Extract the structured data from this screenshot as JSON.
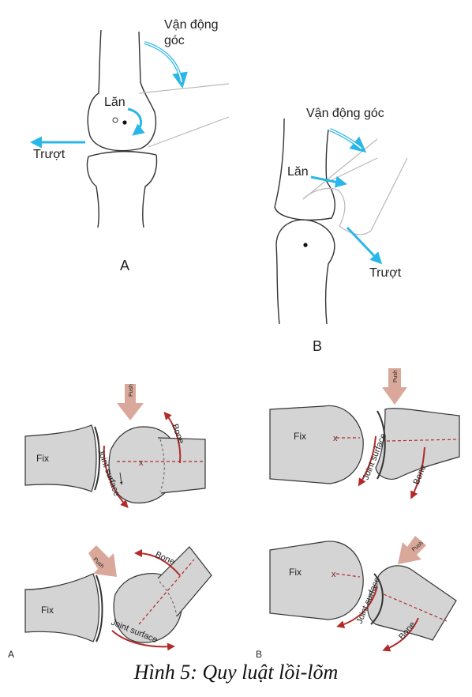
{
  "top": {
    "panelA": {
      "angular_motion": "Vận động góc",
      "angular_line1": "Vận động",
      "angular_line2": "góc",
      "roll": "Lăn",
      "glide": "Trượt",
      "letter": "A"
    },
    "panelB": {
      "angular_motion": "Vận động góc",
      "roll": "Lăn",
      "glide": "Trượt",
      "letter": "B"
    }
  },
  "bottom": {
    "push": "Push",
    "fix": "Fix",
    "bone": "Bone",
    "joint_surface": "Joint surface",
    "letterA": "A",
    "letterB": "B"
  },
  "caption": "Hình 5: Quy luật lồi-lõm",
  "colors": {
    "arrow_blue": "#29b6e8",
    "arrow_red": "#b22a2a",
    "push_arrow": "#d9a89a",
    "bone_fill": "#d4d4d4",
    "outline": "#333333"
  }
}
